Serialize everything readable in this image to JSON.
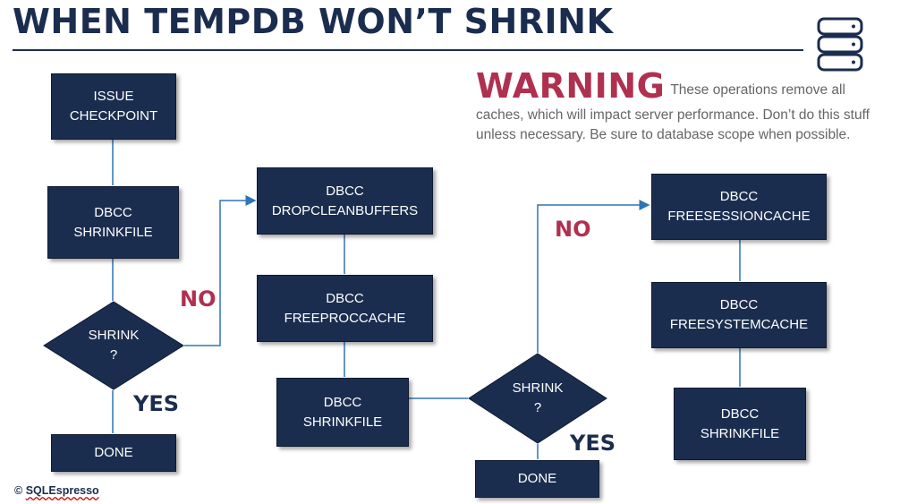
{
  "title": "WHEN TEMPDB WON’T SHRINK",
  "warning": {
    "label": "WARNING",
    "text": "These operations remove all caches, which will impact server performance. Don’t do this stuff unless necessary. Be sure to database scope when possible."
  },
  "icon": "database-icon",
  "colors": {
    "box": "#1b2d4f",
    "accent": "#b03050",
    "connector": "#2e75b6"
  },
  "flow": {
    "issue_checkpoint": [
      "ISSUE",
      "CHECKPOINT"
    ],
    "shrinkfile_1": [
      "DBCC",
      "SHRINKFILE"
    ],
    "shrink_q_1": [
      "SHRINK",
      "?"
    ],
    "done_1": "DONE",
    "no_1": "NO",
    "yes_1": "YES",
    "dropcleanbuffers": [
      "DBCC",
      "DROPCLEANBUFFERS"
    ],
    "freeproccache": [
      "DBCC",
      "FREEPROCCACHE"
    ],
    "shrinkfile_2": [
      "DBCC",
      "SHRINKFILE"
    ],
    "shrink_q_2": [
      "SHRINK",
      "?"
    ],
    "done_2": "DONE",
    "no_2": "NO",
    "yes_2": "YES",
    "freesessioncache": [
      "DBCC",
      "FREESESSIONCACHE"
    ],
    "freesystemcache": [
      "DBCC",
      "FREESYSTEMCACHE"
    ],
    "shrinkfile_3": [
      "DBCC",
      "SHRINKFILE"
    ]
  },
  "credit": {
    "symbol": "©",
    "brand": "SQLEspresso"
  }
}
